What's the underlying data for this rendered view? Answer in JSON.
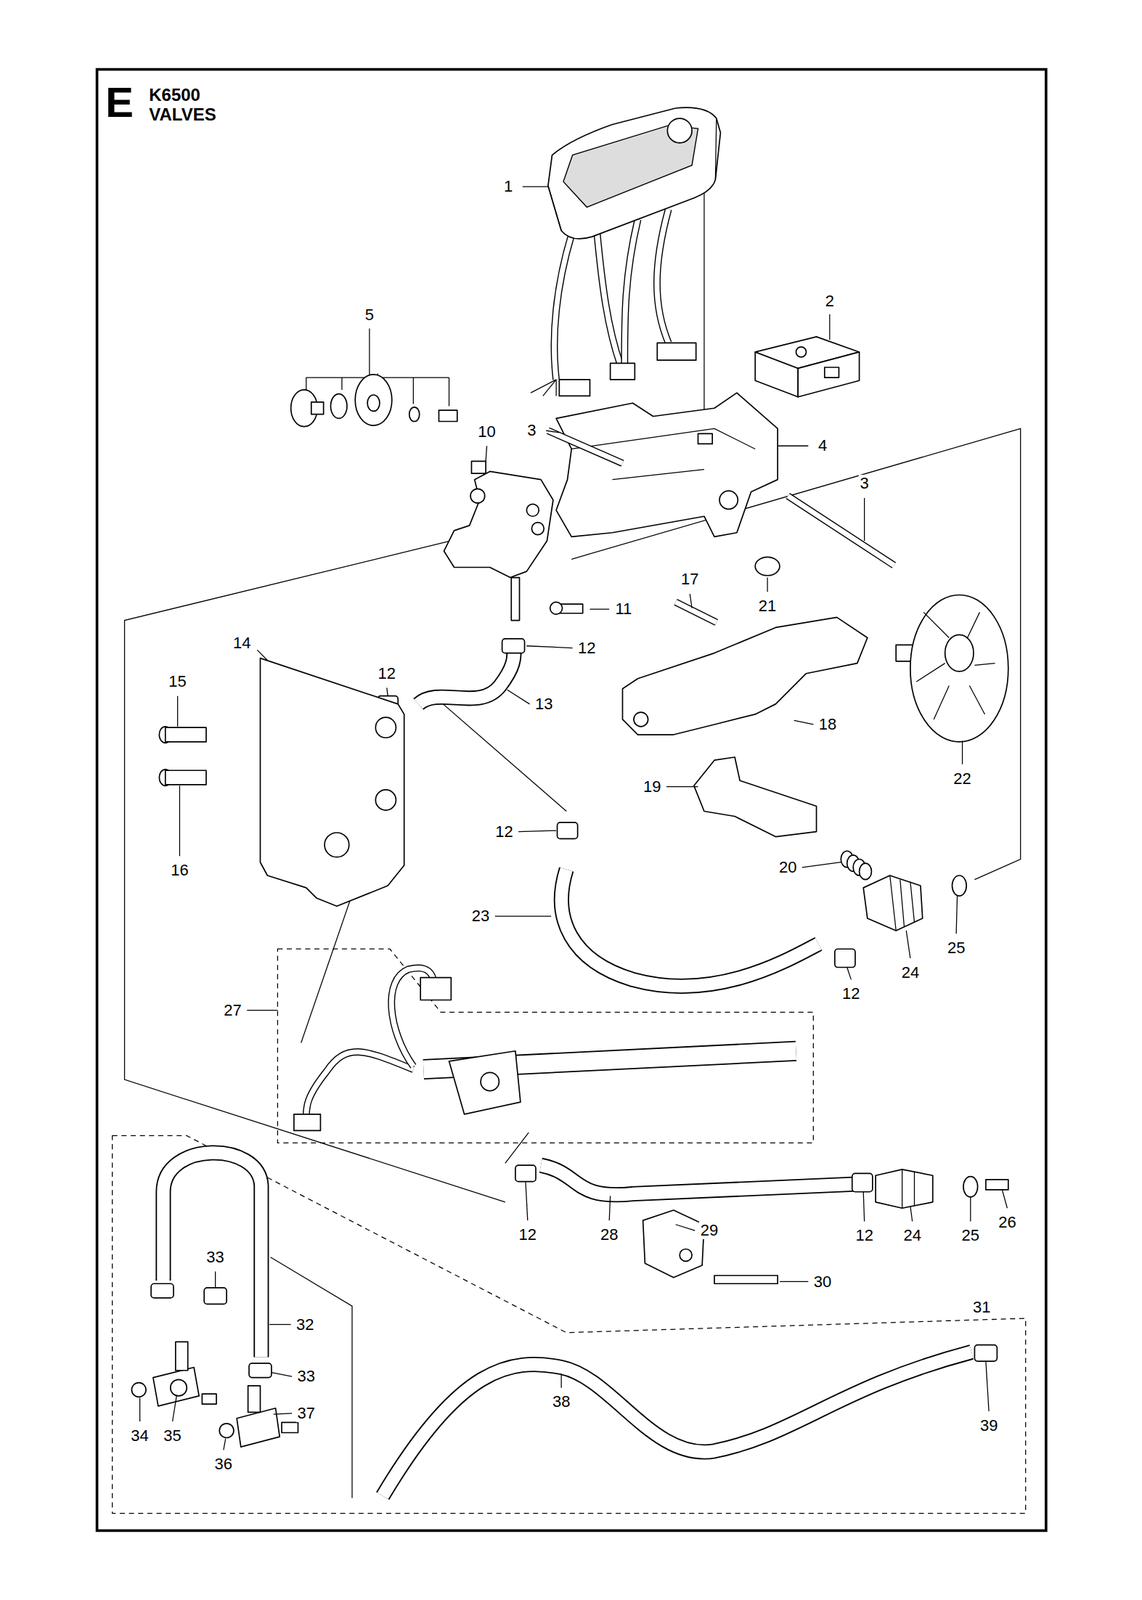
{
  "diagram": {
    "title": "K6500 VALVES",
    "labels": [
      "E",
      "1",
      "2",
      "5",
      "10",
      "3",
      "4",
      "3",
      "17",
      "11",
      "21",
      "14",
      "12",
      "12",
      "15",
      "13",
      "18",
      "22",
      "19",
      "12",
      "16",
      "20",
      "23",
      "25",
      "24",
      "12",
      "27",
      "26",
      "29",
      "12",
      "28",
      "12",
      "24",
      "25",
      "33",
      "30",
      "31",
      "32",
      "33",
      "38",
      "37",
      "39",
      "34",
      "35",
      "36"
    ]
  }
}
